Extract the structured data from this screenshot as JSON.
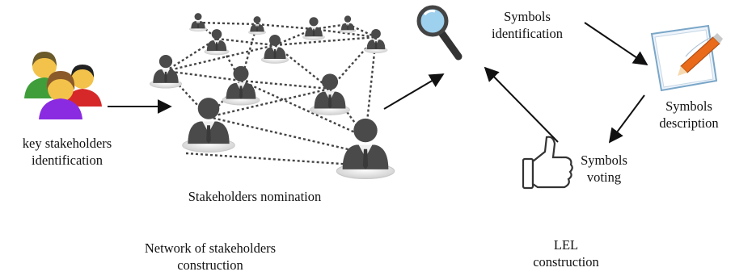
{
  "labels": {
    "key_stakeholders": [
      "key stakeholders",
      "identification"
    ],
    "nomination": "Stakeholders nomination",
    "network": [
      "Network of  stakeholders",
      "construction"
    ],
    "symbols_identification": [
      "Symbols",
      "identification"
    ],
    "symbols_description": [
      "Symbols",
      "description"
    ],
    "symbols_voting": [
      "Symbols",
      "voting"
    ],
    "lel": [
      "LEL",
      "construction"
    ]
  },
  "colors": {
    "person_dark": "#4a4a4a",
    "person_light": "#bdbdbd",
    "shirt": "#f0f0f0",
    "arrow": "#111111",
    "link": "#444444",
    "pencil": "#e86a1a",
    "paper": "#eef4fb",
    "lens": "#9ed1ee"
  },
  "icons": {
    "group": "people-group-icon",
    "person": "person-avatar-icon",
    "magnifier": "magnifier-icon",
    "document": "document-pencil-icon",
    "thumb": "thumbs-up-icon"
  }
}
